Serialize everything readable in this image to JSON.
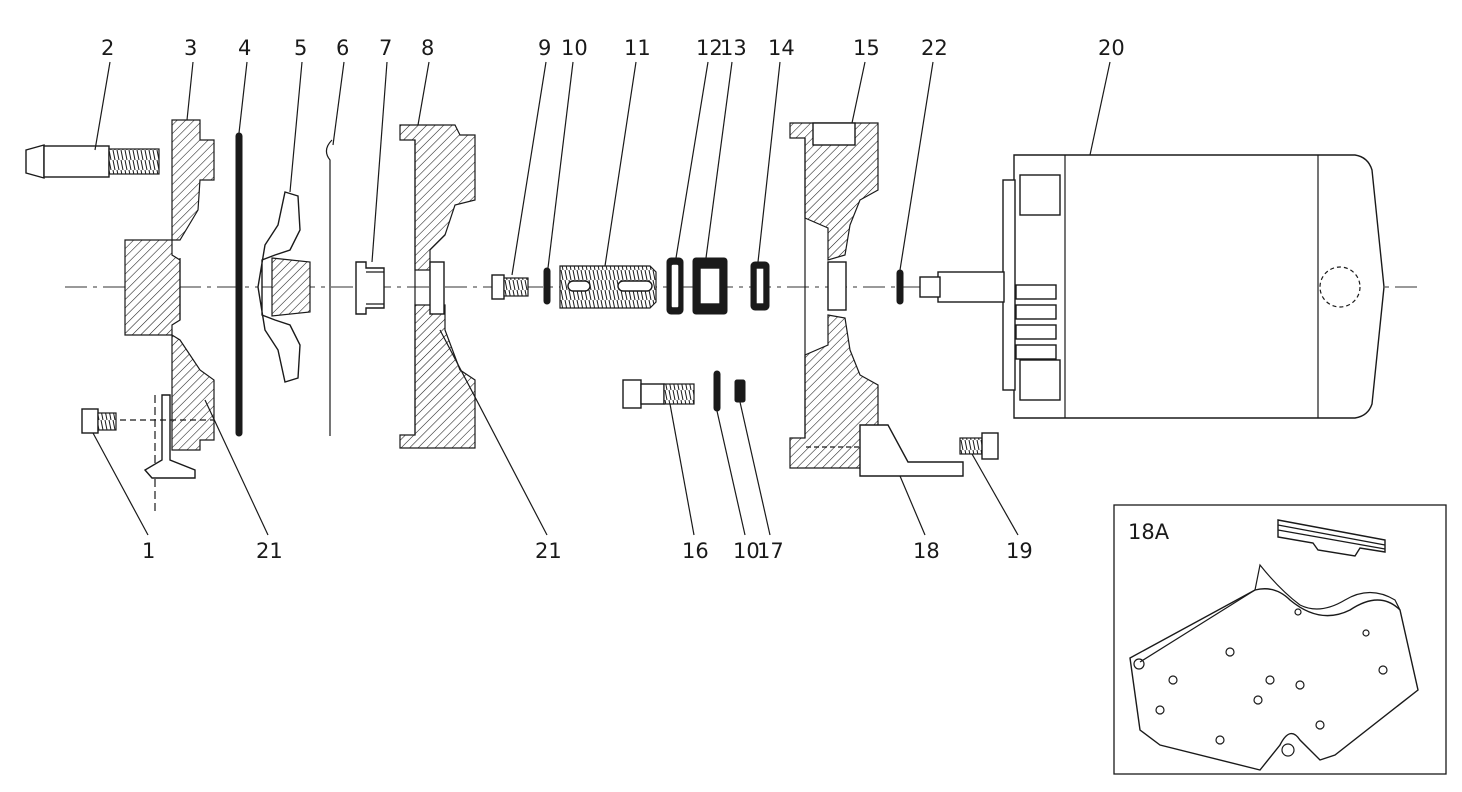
{
  "labels": {
    "n2": "2",
    "n3": "3",
    "n4": "4",
    "n5": "5",
    "n6": "6",
    "n7": "7",
    "n8": "8",
    "n9": "9",
    "n10_top": "10",
    "n11": "11",
    "n12": "12",
    "n13": "13",
    "n14": "14",
    "n15": "15",
    "n22": "22",
    "n20": "20",
    "n1": "1",
    "n21_left": "21",
    "n21_mid": "21",
    "n16": "16",
    "n10_bottom": "10",
    "n17": "17",
    "n18": "18",
    "n19": "19"
  },
  "inset": {
    "label": "18A"
  },
  "colors": {
    "ink": "#1a1a1a",
    "paper": "#ffffff"
  }
}
